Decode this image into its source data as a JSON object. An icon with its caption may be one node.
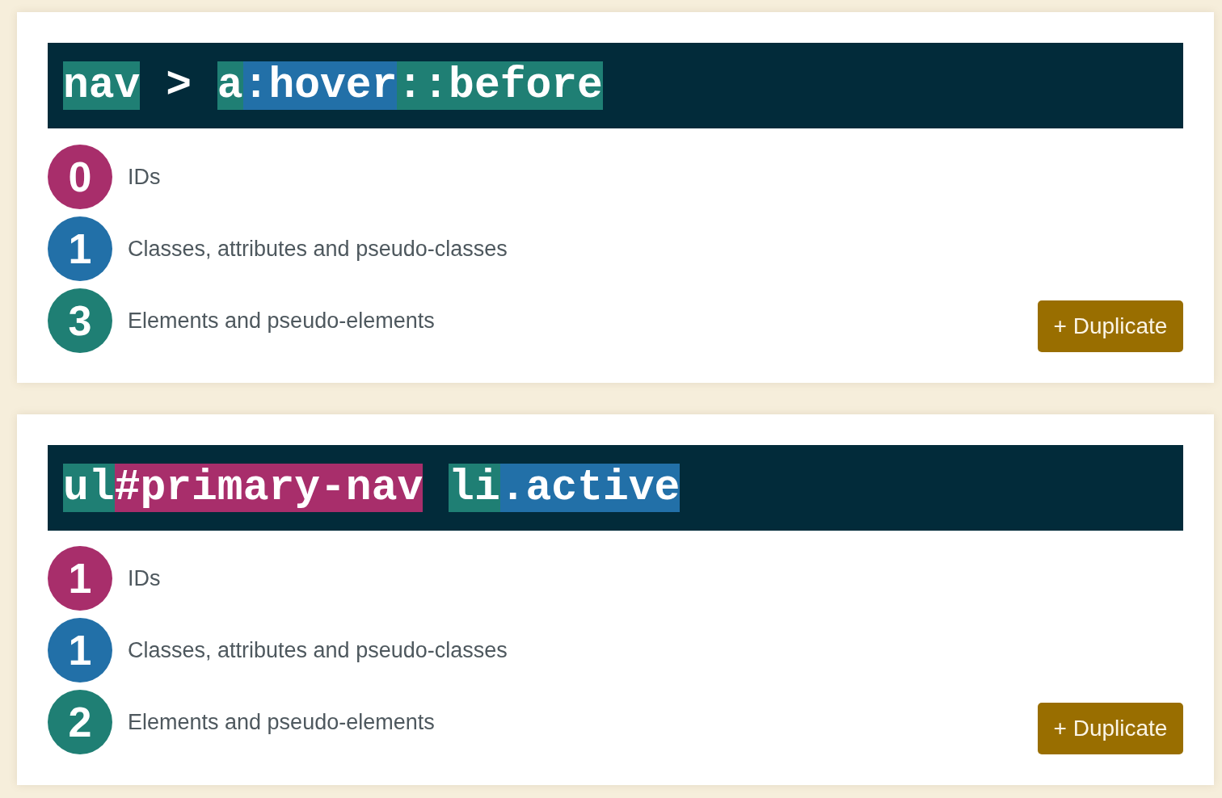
{
  "diagram": {
    "nodes": [
      {
        "text": [],
        "shape": "box"
      },
      {
        "text": [
          ">"
        ],
        "in": 0
      },
      {
        "text": [
          "nav"
        ],
        "in": 1
      },
      {
        "text": [
          "a"
        ],
        "in": 1
      },
      {
        "text": [
          ":hover"
        ],
        "in": 1
      },
      {
        "text": [
          "::before"
        ],
        "in": 1
      },
      {
        "text": [
          "0"
        ],
        "in": 0,
        "beside": [
          "IDs"
        ]
      },
      {
        "text": [
          "1"
        ],
        "in": 0,
        "beside": [
          "Classes, attributes and pseudo-classes"
        ]
      },
      {
        "text": [
          "3"
        ],
        "in": 0,
        "beside": [
          "Elements and pseudo-elements"
        ]
      },
      {
        "text": [
          "+ Duplicate"
        ],
        "in": 0
      },
      {
        "text": [],
        "shape": "box"
      },
      {
        "text": [],
        "shape": "box",
        "in": 10
      },
      {
        "text": [
          "ul"
        ],
        "in": 11
      },
      {
        "text": [
          "#primary-nav"
        ],
        "in": 11
      },
      {
        "text": [
          "li"
        ],
        "in": 11
      },
      {
        "text": [
          ".active"
        ],
        "in": 11
      },
      {
        "text": [
          "1"
        ],
        "in": 10,
        "beside": [
          "IDs"
        ]
      },
      {
        "text": [
          "1"
        ],
        "in": 10,
        "beside": [
          "Classes, attributes and pseudo-classes"
        ]
      },
      {
        "text": [
          "2"
        ],
        "in": 10,
        "beside": [
          "Elements and pseudo-elements"
        ]
      },
      {
        "text": [
          "+ Duplicate"
        ],
        "in": 10
      }
    ]
  }
}
